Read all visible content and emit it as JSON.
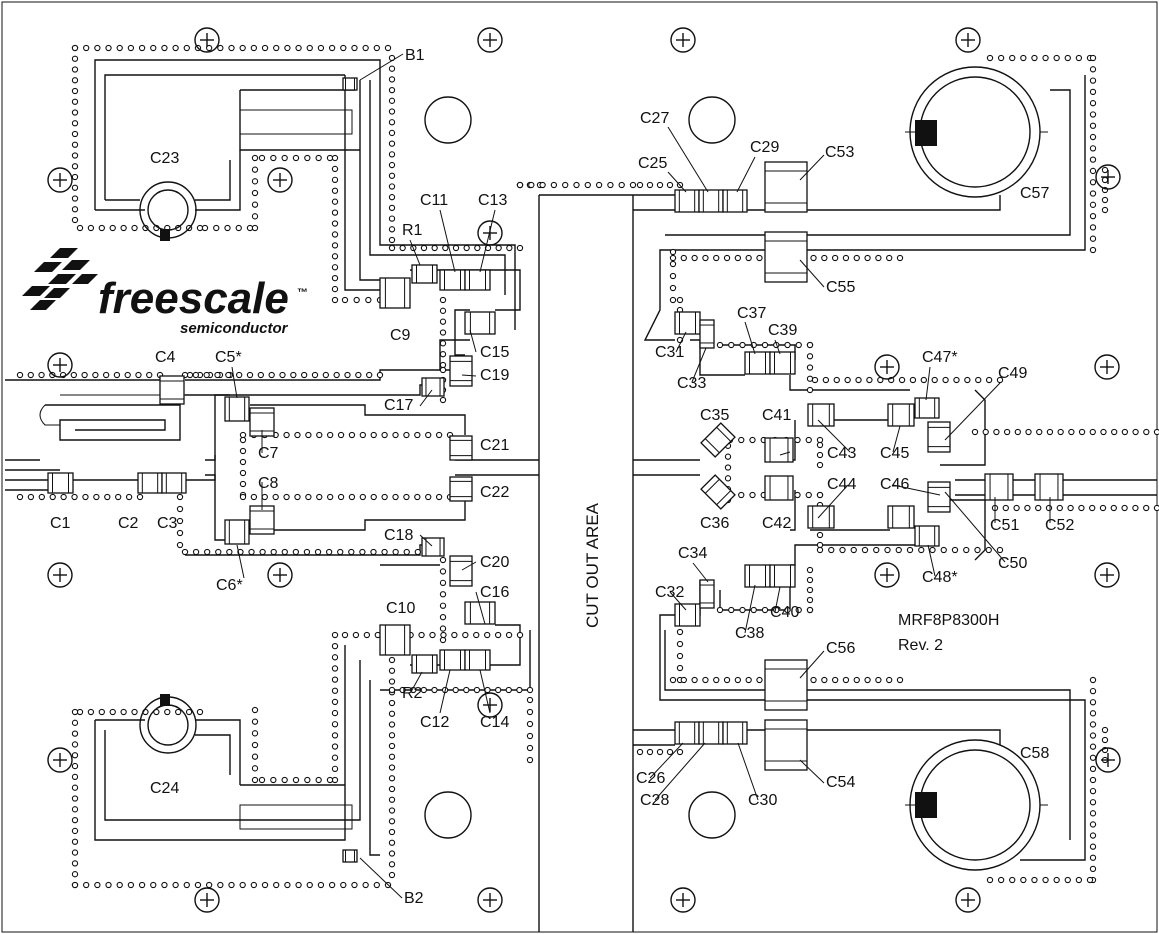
{
  "board": {
    "cutout_label": "CUT OUT AREA",
    "model": "MRF8P8300H",
    "revision": "Rev. 2"
  },
  "logo": {
    "name": "freescale",
    "tm": "™",
    "sub": "semiconductor"
  },
  "labels": {
    "B1": "B1",
    "B2": "B2",
    "R1": "R1",
    "R2": "R2",
    "C1": "C1",
    "C2": "C2",
    "C3": "C3",
    "C4": "C4",
    "C5": "C5*",
    "C6": "C6*",
    "C7": "C7",
    "C8": "C8",
    "C9": "C9",
    "C10": "C10",
    "C11": "C11",
    "C12": "C12",
    "C13": "C13",
    "C14": "C14",
    "C15": "C15",
    "C16": "C16",
    "C17": "C17",
    "C18": "C18",
    "C19": "C19",
    "C20": "C20",
    "C21": "C21",
    "C22": "C22",
    "C23": "C23",
    "C24": "C24",
    "C25": "C25",
    "C26": "C26",
    "C27": "C27",
    "C28": "C28",
    "C29": "C29",
    "C30": "C30",
    "C31": "C31",
    "C32": "C32",
    "C33": "C33",
    "C34": "C34",
    "C35": "C35",
    "C36": "C36",
    "C37": "C37",
    "C38": "C38",
    "C39": "C39",
    "C40": "C40",
    "C41": "C41",
    "C42": "C42",
    "C43": "C43",
    "C44": "C44",
    "C45": "C45",
    "C46": "C46",
    "C47": "C47*",
    "C48": "C48*",
    "C49": "C49",
    "C50": "C50",
    "C51": "C51",
    "C52": "C52",
    "C53": "C53",
    "C54": "C54",
    "C55": "C55",
    "C56": "C56",
    "C57": "C57",
    "C58": "C58"
  },
  "icons": {
    "mounting_hole": "plus-circle-icon",
    "via": "via-circle-icon",
    "large_hole": "large-hole-icon"
  }
}
